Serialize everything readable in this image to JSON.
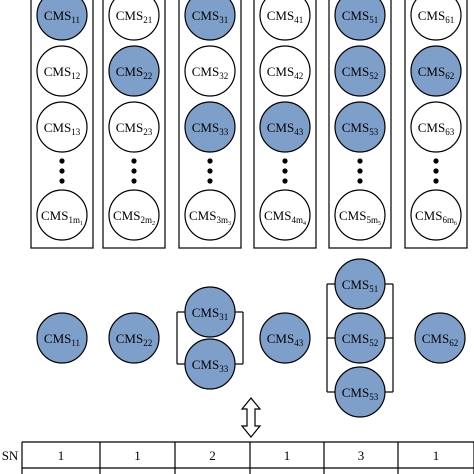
{
  "colors": {
    "selected_fill": "#7f9fcb",
    "unselected_fill": "#ffffff",
    "stroke": "#000000"
  },
  "top_columns": [
    {
      "group": 1,
      "nodes": [
        {
          "base": "CMS",
          "sub": "11",
          "selected": true
        },
        {
          "base": "CMS",
          "sub": "12",
          "selected": false
        },
        {
          "base": "CMS",
          "sub": "13",
          "selected": false
        },
        {
          "base": "CMS",
          "sub": "1m",
          "subsub": "1",
          "selected": false
        }
      ]
    },
    {
      "group": 2,
      "nodes": [
        {
          "base": "CMS",
          "sub": "21",
          "selected": false
        },
        {
          "base": "CMS",
          "sub": "22",
          "selected": true
        },
        {
          "base": "CMS",
          "sub": "23",
          "selected": false
        },
        {
          "base": "CMS",
          "sub": "2m",
          "subsub": "2",
          "selected": false
        }
      ]
    },
    {
      "group": 3,
      "nodes": [
        {
          "base": "CMS",
          "sub": "31",
          "selected": true
        },
        {
          "base": "CMS",
          "sub": "32",
          "selected": false
        },
        {
          "base": "CMS",
          "sub": "33",
          "selected": true
        },
        {
          "base": "CMS",
          "sub": "3m",
          "subsub": "3",
          "selected": false
        }
      ]
    },
    {
      "group": 4,
      "nodes": [
        {
          "base": "CMS",
          "sub": "41",
          "selected": false
        },
        {
          "base": "CMS",
          "sub": "42",
          "selected": false
        },
        {
          "base": "CMS",
          "sub": "43",
          "selected": true
        },
        {
          "base": "CMS",
          "sub": "4m",
          "subsub": "4",
          "selected": false
        }
      ]
    },
    {
      "group": 5,
      "nodes": [
        {
          "base": "CMS",
          "sub": "51",
          "selected": true
        },
        {
          "base": "CMS",
          "sub": "52",
          "selected": true
        },
        {
          "base": "CMS",
          "sub": "53",
          "selected": true
        },
        {
          "base": "CMS",
          "sub": "5m",
          "subsub": "5",
          "selected": false
        }
      ]
    },
    {
      "group": 6,
      "nodes": [
        {
          "base": "CMS",
          "sub": "61",
          "selected": false
        },
        {
          "base": "CMS",
          "sub": "62",
          "selected": true
        },
        {
          "base": "CMS",
          "sub": "63",
          "selected": false
        },
        {
          "base": "CMS",
          "sub": "6m",
          "subsub": "6",
          "selected": false
        }
      ]
    }
  ],
  "selected_groups": [
    {
      "nodes": [
        {
          "base": "CMS",
          "sub": "11"
        }
      ]
    },
    {
      "nodes": [
        {
          "base": "CMS",
          "sub": "22"
        }
      ]
    },
    {
      "nodes": [
        {
          "base": "CMS",
          "sub": "31"
        },
        {
          "base": "CMS",
          "sub": "33"
        }
      ]
    },
    {
      "nodes": [
        {
          "base": "CMS",
          "sub": "43"
        }
      ]
    },
    {
      "nodes": [
        {
          "base": "CMS",
          "sub": "51"
        },
        {
          "base": "CMS",
          "sub": "52"
        },
        {
          "base": "CMS",
          "sub": "53"
        }
      ]
    },
    {
      "nodes": [
        {
          "base": "CMS",
          "sub": "62"
        }
      ]
    }
  ],
  "sn_table": {
    "label": "SN",
    "values": [
      "1",
      "1",
      "2",
      "1",
      "3",
      "1"
    ]
  }
}
